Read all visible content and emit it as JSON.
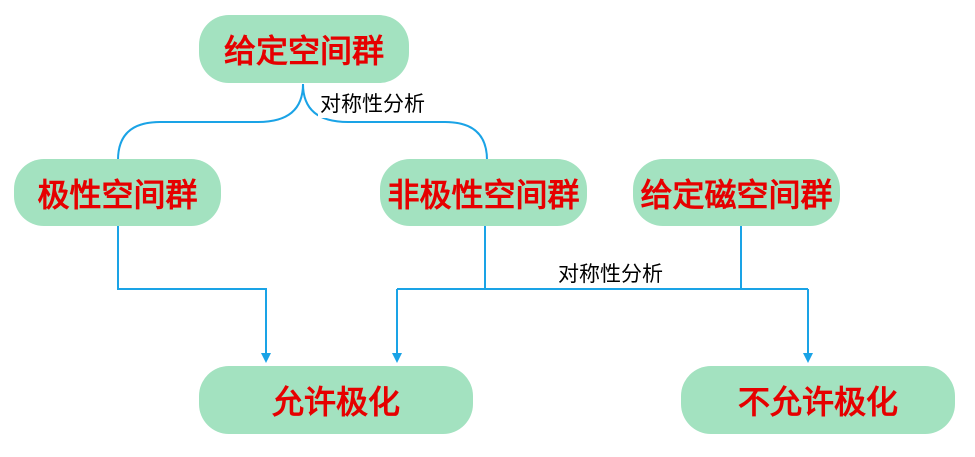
{
  "diagram": {
    "nodes": {
      "given_space_group": "给定空间群",
      "polar_space_group": "极性空间群",
      "nonpolar_space_group": "非极性空间群",
      "given_magnetic_space_group": "给定磁空间群",
      "polarization_allowed": "允许极化",
      "polarization_forbidden": "不允许极化"
    },
    "edge_labels": {
      "symmetry_analysis_top": "对称性分析",
      "symmetry_analysis_bottom": "对称性分析"
    },
    "colors": {
      "node_fill": "#a3e2c0",
      "node_text": "#e60000",
      "connector": "#1aa3e6",
      "label_text": "#000000"
    }
  }
}
